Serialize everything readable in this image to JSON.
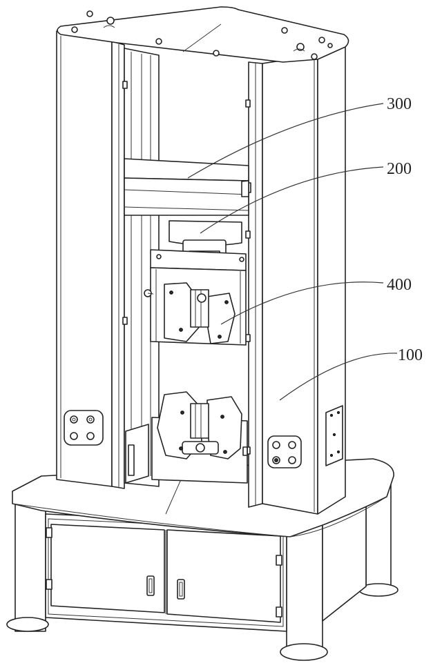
{
  "callouts": [
    {
      "id": "crosshead",
      "text": "300"
    },
    {
      "id": "load-cell",
      "text": "200"
    },
    {
      "id": "grip",
      "text": "400"
    },
    {
      "id": "frame",
      "text": "100"
    }
  ],
  "colors": {
    "line": "#222222",
    "background": "#ffffff"
  }
}
